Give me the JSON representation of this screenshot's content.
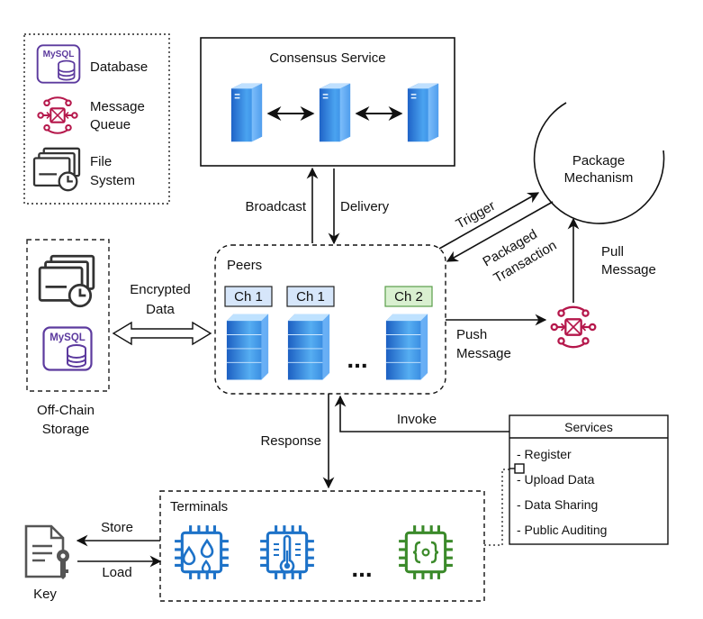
{
  "legend": {
    "database": "Database",
    "mysql_logo": "MySQL",
    "message_queue_1": "Message",
    "message_queue_2": "Queue",
    "file_system_1": "File",
    "file_system_2": "System"
  },
  "consensus": {
    "title": "Consensus Service"
  },
  "package": {
    "line1": "Package",
    "line2": "Mechanism"
  },
  "edges": {
    "broadcast": "Broadcast",
    "delivery": "Delivery",
    "trigger": "Trigger",
    "packaged_1": "Packaged",
    "packaged_2": "Transaction",
    "pull_1": "Pull",
    "pull_2": "Message",
    "push_1": "Push",
    "push_2": "Message",
    "encrypted_1": "Encrypted",
    "encrypted_2": "Data",
    "response": "Response",
    "invoke": "Invoke",
    "store": "Store",
    "load": "Load"
  },
  "peers": {
    "title": "Peers",
    "channels": [
      "Ch 1",
      "Ch 1",
      "Ch 2"
    ],
    "ellipsis": "..."
  },
  "offchain": {
    "label_1": "Off-Chain",
    "label_2": "Storage",
    "mysql_logo": "MySQL"
  },
  "services": {
    "title": "Services",
    "items": [
      "- Register",
      "- Upload Data",
      "- Data Sharing",
      "- Public Auditing"
    ]
  },
  "terminals": {
    "title": "Terminals",
    "ellipsis": "..."
  },
  "key": {
    "label": "Key"
  },
  "colors": {
    "server_blue": "#2f7fdc",
    "mysql_purple": "#5c3a9e",
    "queue_red": "#b5174b",
    "chip_blue": "#1d72c8",
    "chip_green": "#3b8a2a",
    "ch1_fill": "#d6e6fa",
    "ch2_fill": "#d9f0d0"
  }
}
